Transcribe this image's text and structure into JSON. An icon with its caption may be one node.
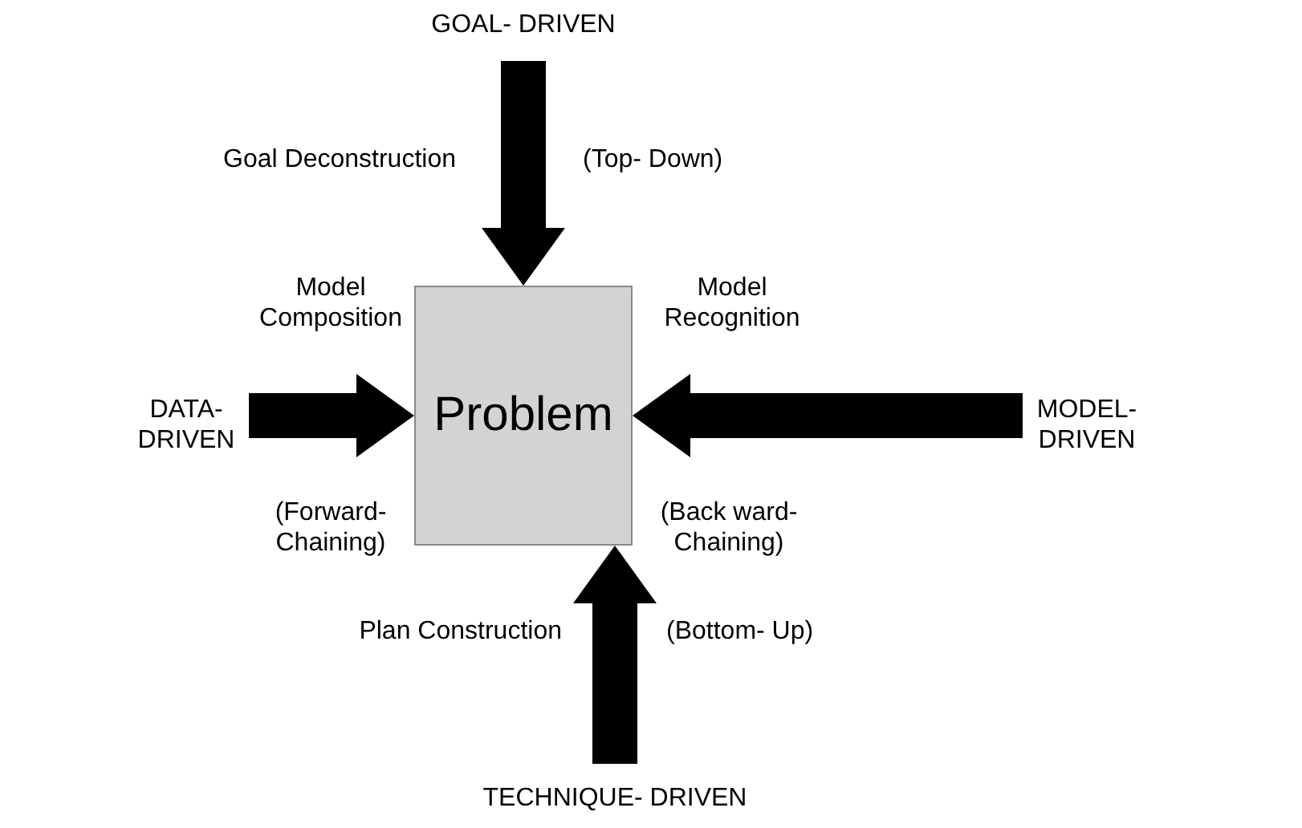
{
  "diagram": {
    "nodes": [
      {
        "text": [
          "GOAL- DRIVEN"
        ]
      },
      {
        "text": [
          "DATA- DRIVEN"
        ]
      },
      {
        "text": [
          "Problem"
        ]
      },
      {
        "text": [
          "MODEL- DRIVEN"
        ]
      },
      {
        "text": [
          "TECHNIQUE- DRIVEN"
        ]
      }
    ],
    "edges": [
      {
        "from": 0,
        "to": 2,
        "arrow": "to",
        "label": "Goal Deconstruction"
      },
      {
        "from": 1,
        "to": 2,
        "arrow": "to",
        "label": "Model Composition"
      },
      {
        "from": 3,
        "to": 2,
        "arrow": "to",
        "label": "Model Recognition"
      },
      {
        "from": 4,
        "to": 2,
        "arrow": "to",
        "label": "Plan Construction"
      }
    ],
    "labels": [
      "(Top- Down)",
      "(Forward- Chaining)",
      "(Back ward- Chaining)",
      "(Bottom- Up)"
    ]
  }
}
